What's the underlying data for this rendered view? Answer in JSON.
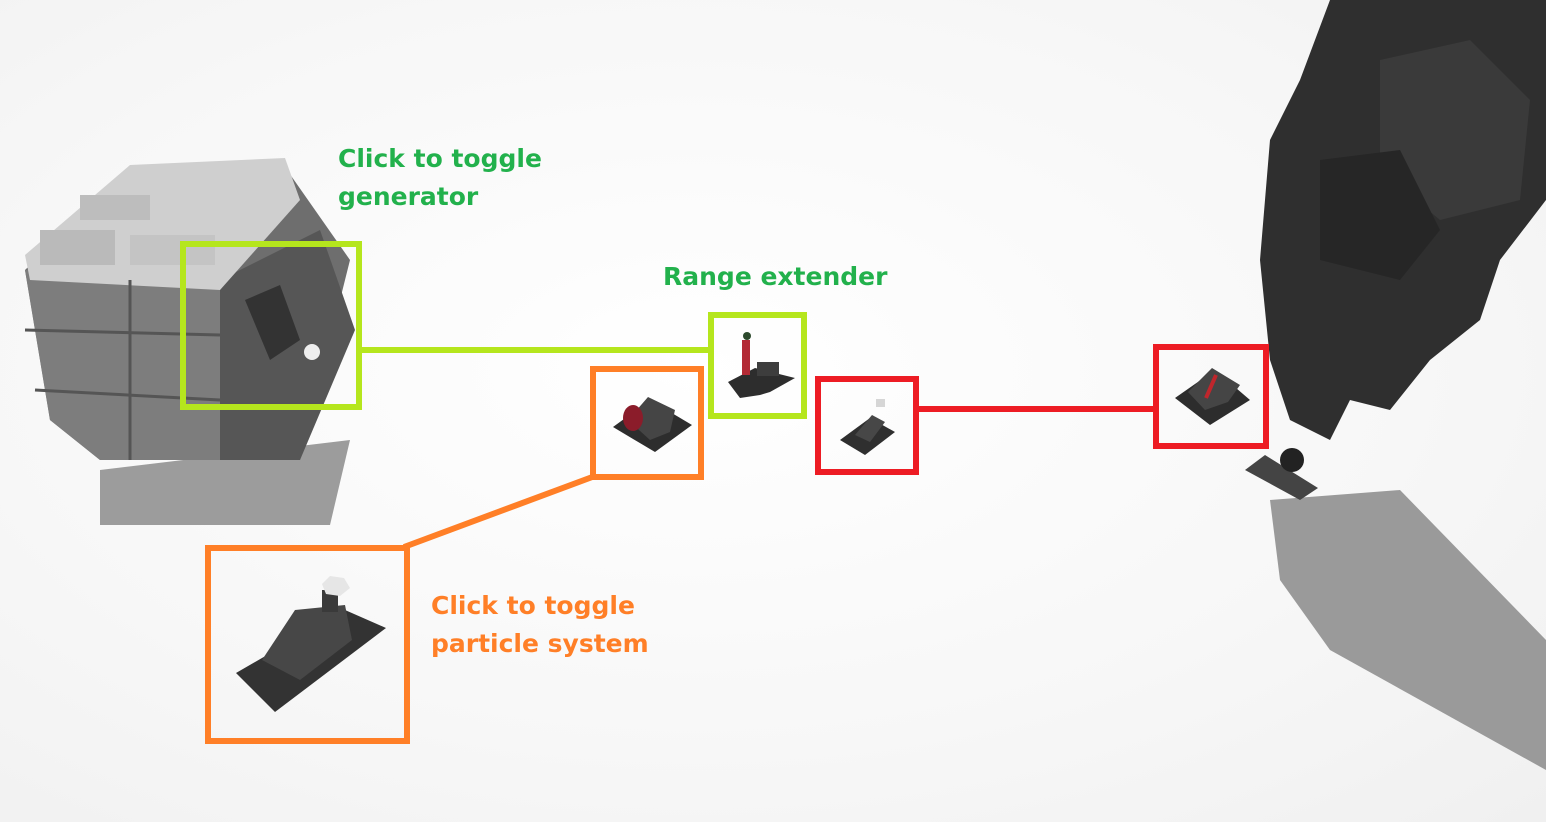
{
  "colors": {
    "generator": "#b5e61d",
    "particle": "#ff7f27",
    "link": "#ed1c24",
    "label_green": "#22b14c",
    "label_orange": "#ff7f27"
  },
  "annotations": {
    "generator": {
      "line1": "Click to toggle",
      "line2": "generator"
    },
    "range_extender": {
      "label": "Range extender"
    },
    "particle": {
      "line1": "Click to toggle",
      "line2": "particle system"
    }
  }
}
